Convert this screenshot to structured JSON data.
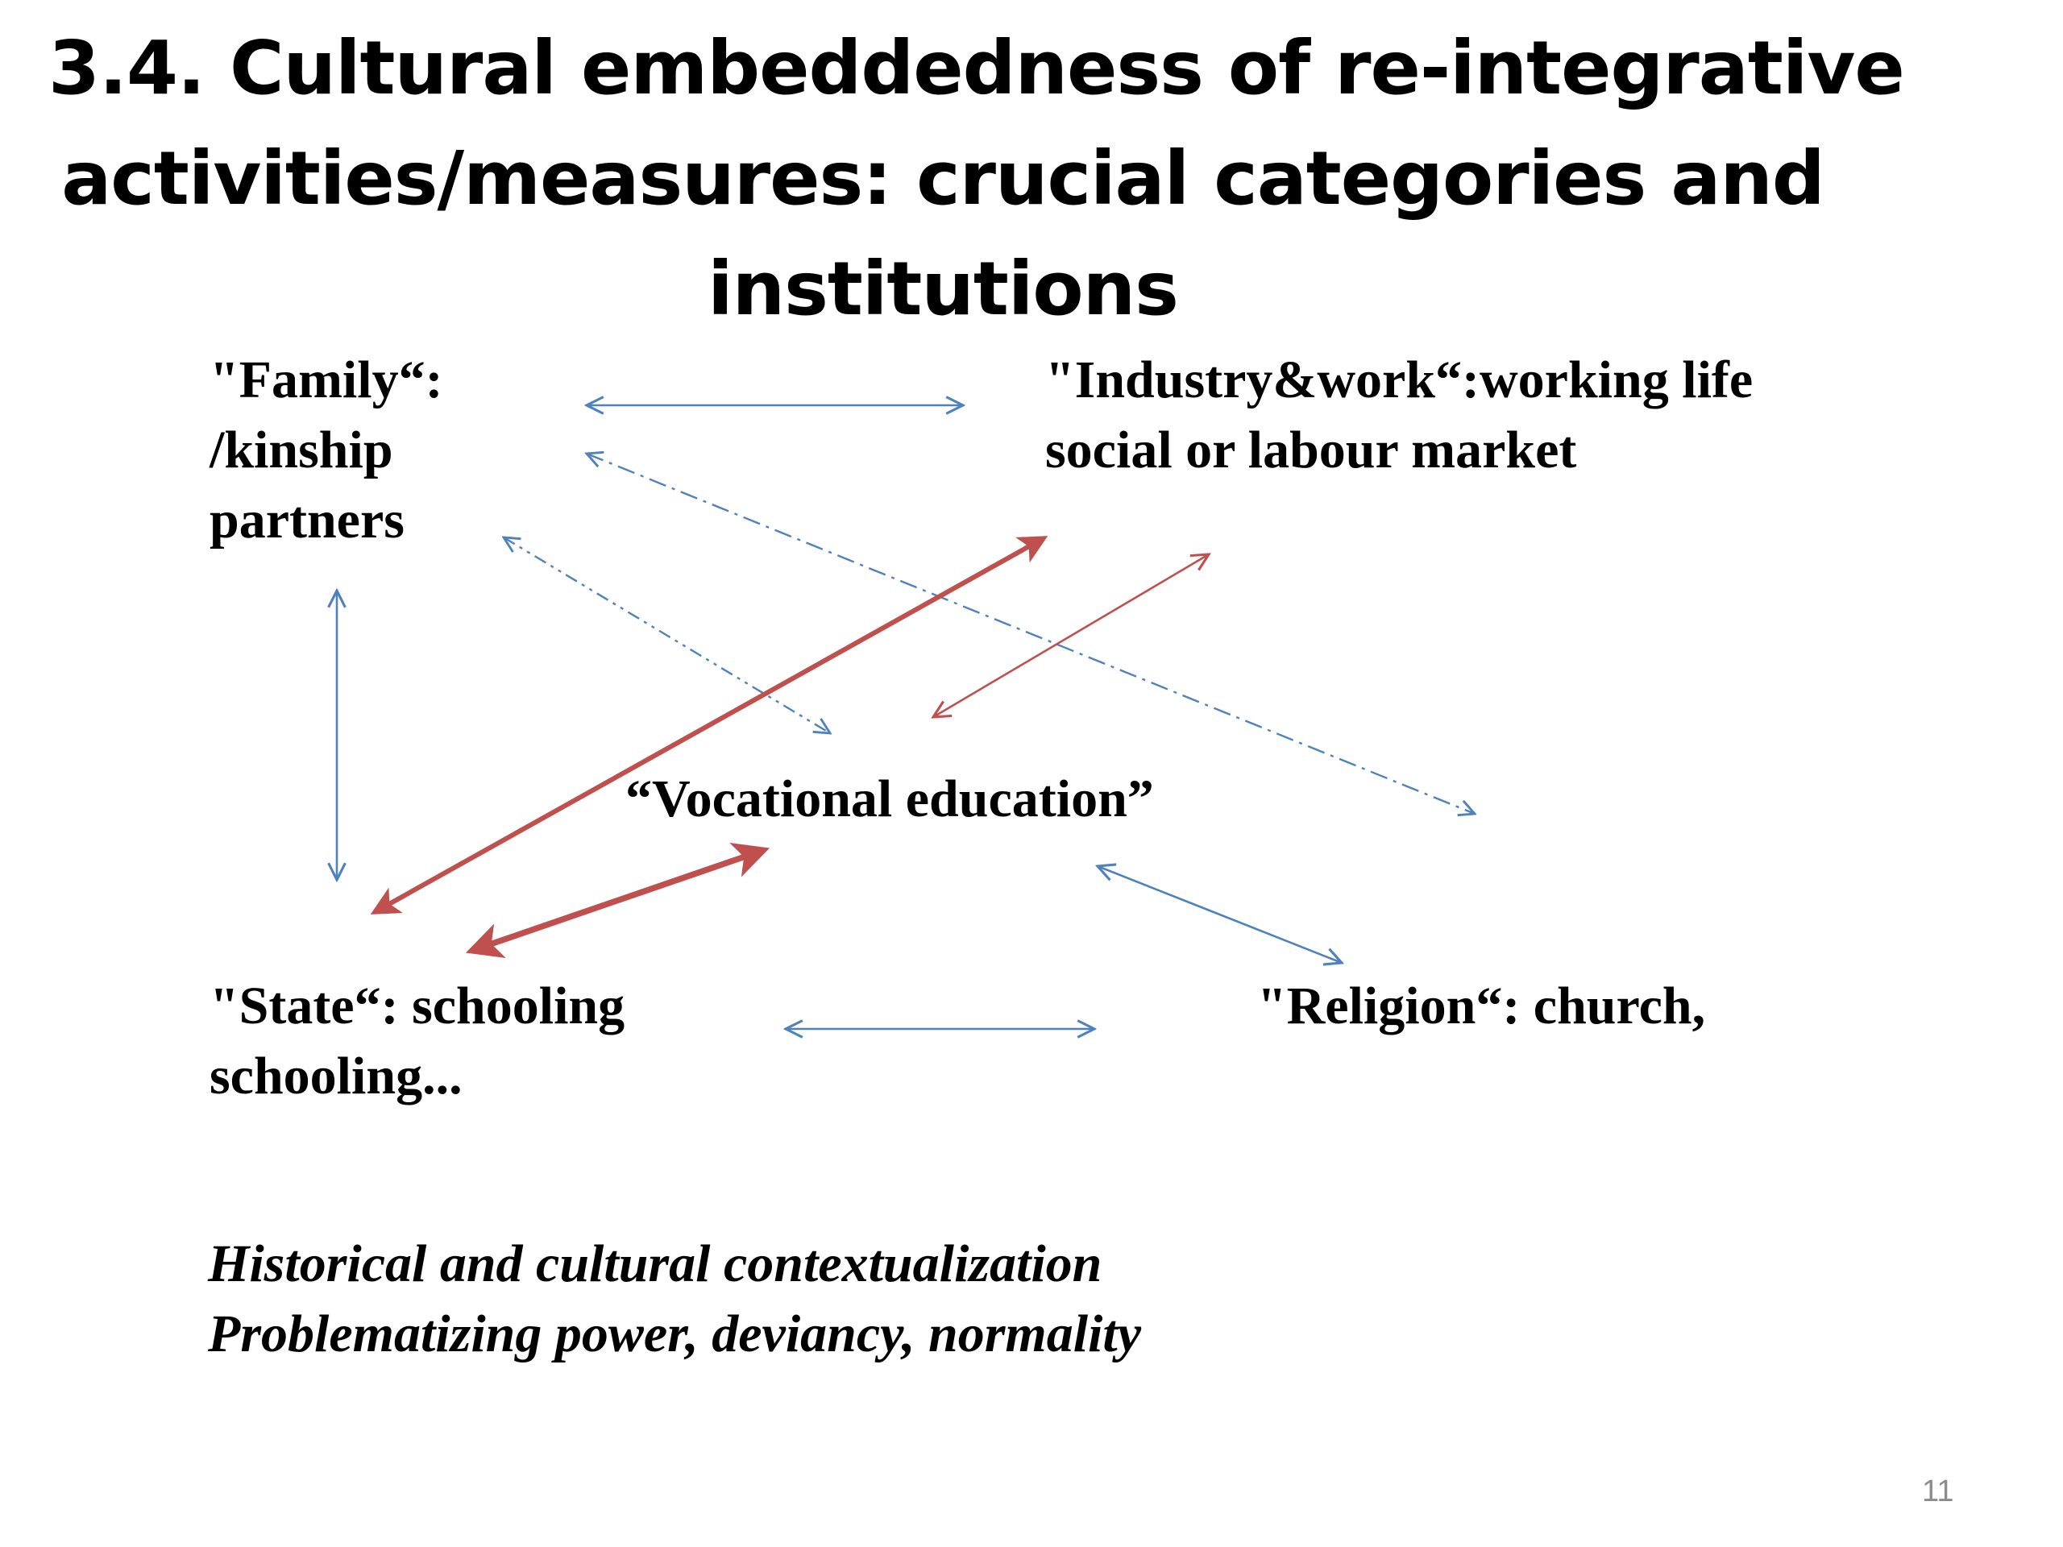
{
  "slide": {
    "title_lines": [
      "3.4. Cultural embeddedness of re-integrative",
      "activities/measures: crucial categories and",
      "institutions"
    ],
    "page_number": "11"
  },
  "nodes": {
    "family": {
      "lines": [
        "\"Family“:",
        "/kinship",
        "partners"
      ]
    },
    "industry": {
      "lines": [
        "\"Industry&work“:working life",
        "social or labour market"
      ]
    },
    "vocational": {
      "lines": [
        "“Vocational education”"
      ]
    },
    "state": {
      "lines": [
        "\"State“: schooling",
        "schooling..."
      ]
    },
    "religion": {
      "lines": [
        "\"Religion“: church,"
      ]
    }
  },
  "notes": {
    "lines": [
      "Historical and cultural contextualization",
      "Problematizing power, deviancy, normality"
    ]
  },
  "colors": {
    "blue_arrow": "#4f81bd",
    "red_arrow": "#c0504d",
    "page_number": "#8c8c8c"
  }
}
